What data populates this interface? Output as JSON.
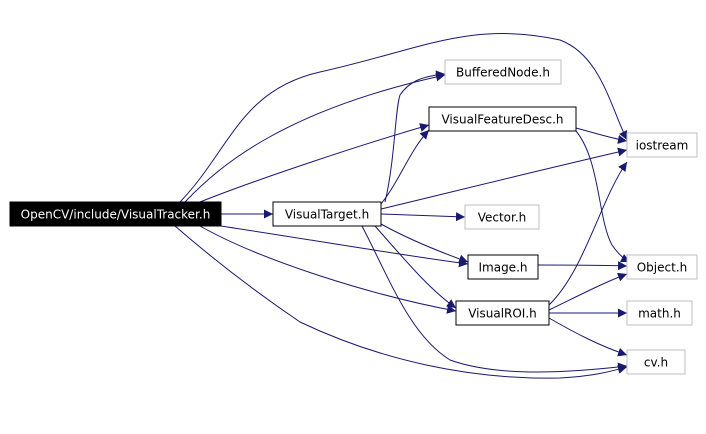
{
  "graph": {
    "colors": {
      "edge": "#191970",
      "root_fill": "#000000",
      "root_text": "#ffffff",
      "local_border": "#000000",
      "external_border": "#bfbfbf",
      "text": "#000000"
    },
    "nodes": {
      "root": {
        "label": "OpenCV/include/VisualTracker.h",
        "kind": "root"
      },
      "visual_target": {
        "label": "VisualTarget.h",
        "kind": "local"
      },
      "buffered_node": {
        "label": "BufferedNode.h",
        "kind": "external"
      },
      "visual_feature_desc": {
        "label": "VisualFeatureDesc.h",
        "kind": "local"
      },
      "iostream": {
        "label": "iostream",
        "kind": "external"
      },
      "vector": {
        "label": "Vector.h",
        "kind": "external"
      },
      "image": {
        "label": "Image.h",
        "kind": "local"
      },
      "object": {
        "label": "Object.h",
        "kind": "external"
      },
      "visual_roi": {
        "label": "VisualROI.h",
        "kind": "local"
      },
      "math": {
        "label": "math.h",
        "kind": "external"
      },
      "cv": {
        "label": "cv.h",
        "kind": "external"
      }
    },
    "edges": [
      {
        "from": "root",
        "to": "visual_target"
      },
      {
        "from": "root",
        "to": "buffered_node"
      },
      {
        "from": "root",
        "to": "visual_feature_desc"
      },
      {
        "from": "root",
        "to": "iostream"
      },
      {
        "from": "root",
        "to": "image"
      },
      {
        "from": "root",
        "to": "visual_roi"
      },
      {
        "from": "root",
        "to": "cv"
      },
      {
        "from": "visual_target",
        "to": "buffered_node"
      },
      {
        "from": "visual_target",
        "to": "visual_feature_desc"
      },
      {
        "from": "visual_target",
        "to": "iostream"
      },
      {
        "from": "visual_target",
        "to": "vector"
      },
      {
        "from": "visual_target",
        "to": "image"
      },
      {
        "from": "visual_target",
        "to": "visual_roi"
      },
      {
        "from": "visual_target",
        "to": "cv"
      },
      {
        "from": "visual_feature_desc",
        "to": "iostream"
      },
      {
        "from": "visual_feature_desc",
        "to": "object"
      },
      {
        "from": "image",
        "to": "object"
      },
      {
        "from": "visual_roi",
        "to": "iostream"
      },
      {
        "from": "visual_roi",
        "to": "object"
      },
      {
        "from": "visual_roi",
        "to": "math"
      },
      {
        "from": "visual_roi",
        "to": "cv"
      }
    ]
  }
}
